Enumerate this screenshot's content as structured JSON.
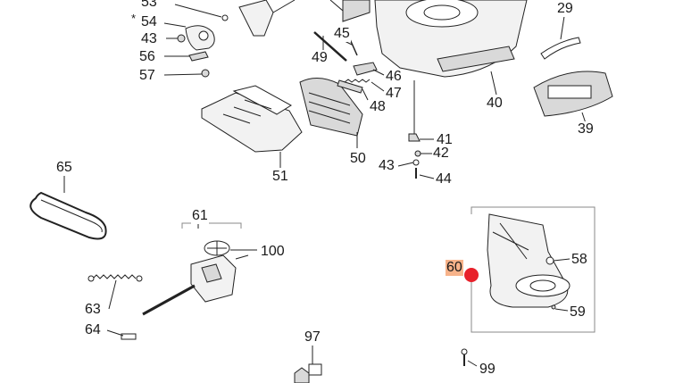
{
  "callouts": {
    "c53": "53",
    "c54": "54",
    "c54_star": "*",
    "c43a": "43",
    "c56": "56",
    "c57": "57",
    "c45": "45",
    "c49": "49",
    "c46": "46",
    "c47": "47",
    "c48": "48",
    "c29": "29",
    "c40": "40",
    "c39": "39",
    "c51": "51",
    "c50": "50",
    "c41": "41",
    "c42": "42",
    "c43b": "43",
    "c44": "44",
    "c65": "65",
    "c61": "61",
    "c100": "100",
    "c60": "60",
    "c58": "58",
    "c59": "59",
    "c63": "63",
    "c64": "64",
    "c97": "97",
    "c99": "99"
  },
  "colors": {
    "highlight_label": "#f7b38a",
    "marker_dot": "#e8202a"
  },
  "selected_callout": "60"
}
